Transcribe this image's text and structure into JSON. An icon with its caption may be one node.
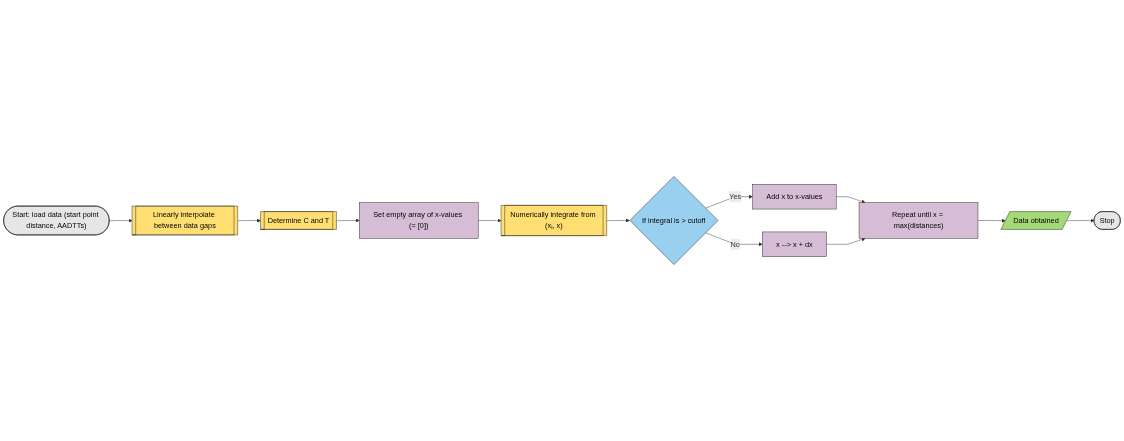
{
  "diagram": {
    "nodes": [
      {
        "text": [
          "Start: load data (start point distance, AADTTs)"
        ]
      },
      {
        "text": [
          "Linearly interpolate between data gaps"
        ]
      },
      {
        "text": [
          "Determine C and T"
        ]
      },
      {
        "text": [
          "Set empty array of x-values (= [0])"
        ]
      },
      {
        "text": [
          "Numerically integrate from (x$_{i}$, x)"
        ]
      },
      {
        "text": [
          "If integral is > cutoff"
        ]
      },
      {
        "text": [
          "Add x to x-values"
        ]
      },
      {
        "text": [
          "x --> x + dx"
        ]
      },
      {
        "text": [
          "Repeat until x = max(distances)"
        ]
      },
      {
        "text": [
          "Data obtained"
        ]
      },
      {
        "text": [
          "Stop"
        ]
      }
    ],
    "edges": [
      {
        "from": 0,
        "to": 1,
        "arrow": "to"
      },
      {
        "from": 1,
        "to": 2,
        "arrow": "to"
      },
      {
        "from": 2,
        "to": 3,
        "arrow": "to"
      },
      {
        "from": 3,
        "to": 4,
        "arrow": "to"
      },
      {
        "from": 4,
        "to": 5,
        "arrow": "to"
      },
      {
        "from": 5,
        "to": 6,
        "arrow": "to",
        "label": "Yes"
      },
      {
        "from": 5,
        "to": 7,
        "arrow": "to",
        "label": "No"
      },
      {
        "from": 6,
        "to": 8,
        "arrow": "to"
      },
      {
        "from": 7,
        "to": 8,
        "arrow": "to"
      },
      {
        "from": 8,
        "to": 9,
        "arrow": "to"
      },
      {
        "from": 9,
        "to": 10,
        "arrow": "to"
      }
    ]
  }
}
